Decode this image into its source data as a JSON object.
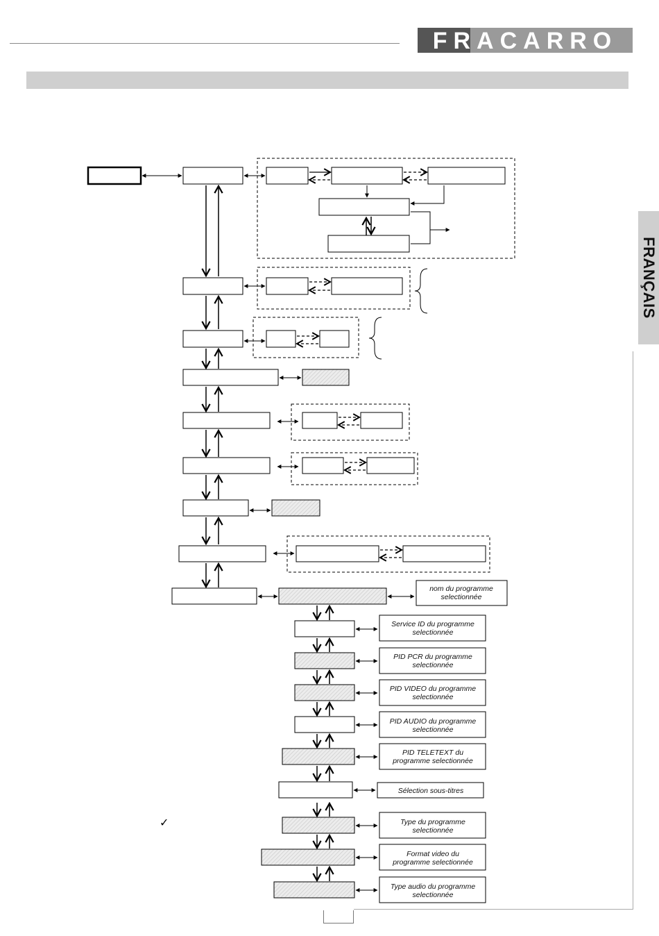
{
  "header": {
    "logo_text": "FRACARRO",
    "side_tab": "FRANÇAIS"
  },
  "diagram": {
    "notes": {
      "program_name": [
        "nom du programme",
        "selectionnée"
      ],
      "service_id": [
        "Service ID du programme",
        "selectionnée"
      ],
      "pid_pcr": [
        "PID PCR du programme",
        "selectionnée"
      ],
      "pid_video": [
        "PID VIDEO du programme",
        "selectionnée"
      ],
      "pid_audio": [
        "PID AUDIO du programme",
        "selectionnée"
      ],
      "pid_teletext": [
        "PID TELETEXT du",
        "programme selectionnée"
      ],
      "subtitles": [
        "Sélection sous-titres"
      ],
      "program_type": [
        "Type du programme",
        "selectionnée"
      ],
      "video_format": [
        "Format video du",
        "programme selectionnée"
      ],
      "audio_type": [
        "Type audio du programme",
        "selectionnée"
      ]
    },
    "check_mark": "✓"
  },
  "colors": {
    "band": "#cfcfcf",
    "logo_dark": "#555555",
    "logo_mid": "#9a9a9a",
    "hatch": "#d9d9d9"
  }
}
